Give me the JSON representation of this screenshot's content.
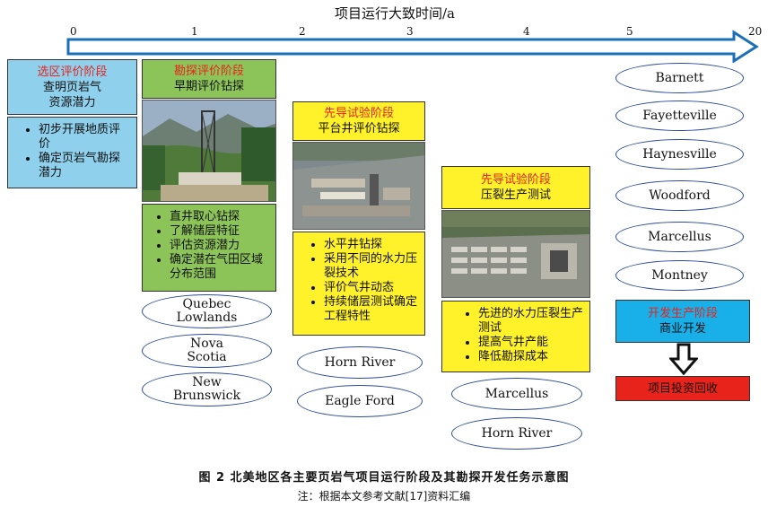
{
  "timeline": {
    "title": "项目运行大致时间/a",
    "ticks": [
      "0",
      "1",
      "2",
      "3",
      "4",
      "5",
      "20"
    ]
  },
  "stage1": {
    "title": "选区评价阶段",
    "subtitle": "查明页岩气\n资源潜力",
    "items": [
      "初步开展地质评价",
      "确定页岩气勘探潜力"
    ]
  },
  "stage2": {
    "title": "勘探评价阶段",
    "subtitle": "早期评价钻探",
    "items": [
      "直井取心钻探",
      "了解储层特征",
      "评估资源潜力",
      "确定潜在气田区域分布范围"
    ],
    "plays": [
      "Quebec\nLowlands",
      "Nova\nScotia",
      "New\nBrunswick"
    ]
  },
  "stage3": {
    "title": "先导试验阶段",
    "subtitle": "平台井评价钻探",
    "items": [
      "水平井钻探",
      "采用不同的水力压裂技术",
      "评价气井动态",
      "持续储层测试确定工程特性"
    ],
    "plays": [
      "Horn River",
      "Eagle Ford"
    ]
  },
  "stage4": {
    "title": "先导试验阶段",
    "subtitle": "压裂生产测试",
    "items": [
      "先进的水力压裂生产测试",
      "提高气井产能",
      "降低勘探成本"
    ],
    "plays": [
      "Marcellus",
      "Horn River"
    ]
  },
  "stage5": {
    "plays": [
      "Barnett",
      "Fayetteville",
      "Haynesville",
      "Woodford",
      "Marcellus",
      "Montney"
    ],
    "title": "开发生产阶段",
    "subtitle": "商业开发",
    "payback": "项目投资回收"
  },
  "caption": {
    "main": "图 2   北美地区各主要页岩气项目运行阶段及其勘探开发任务示意图",
    "note": "注：根据本文参考文献[17]资料汇编"
  },
  "colors": {
    "arrow": "#1b6fb8",
    "stage1": "#8fd0ec",
    "stage2": "#8dc45a",
    "stage3": "#fff12a",
    "stage5": "#19b0ea",
    "payback": "#e8231b",
    "oval_border": "#2a4a9a"
  }
}
